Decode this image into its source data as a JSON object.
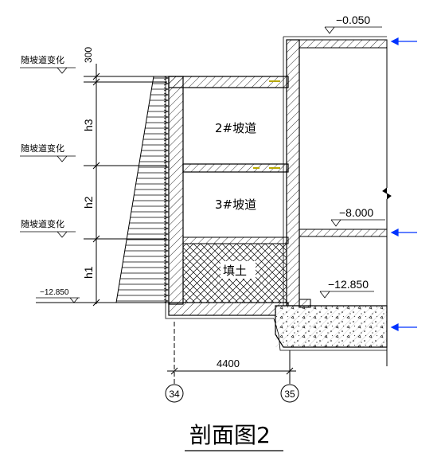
{
  "title": "剖面图2",
  "elevations": {
    "top": "−0.050",
    "mid": "−8.000",
    "bottom": "−12.850",
    "left_bottom": "−12.850"
  },
  "rooms": {
    "upper": "2#坡道",
    "lower": "3#坡道",
    "fill": "填土"
  },
  "left_labels": {
    "label1": "随坡道变化",
    "label2": "随坡道变化",
    "label3": "随坡道变化"
  },
  "dims": {
    "d300": "300",
    "h3": "h3",
    "h2": "h2",
    "h1": "h1",
    "width": "4400"
  },
  "axes": {
    "left": "34",
    "right": "35"
  },
  "colors": {
    "arrow_blue": "#0033ff",
    "rebar_yellow": "#b8a800",
    "line": "#000000"
  }
}
